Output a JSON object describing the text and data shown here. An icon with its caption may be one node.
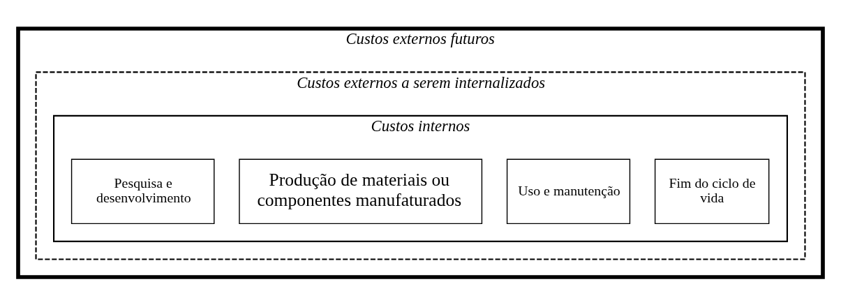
{
  "diagram": {
    "nodes": [
      {
        "text": [
          "Custos externos futuros"
        ]
      },
      {
        "text": [
          "Custos externos a serem internalizados"
        ],
        "in": 0
      },
      {
        "text": [
          "Custos internos"
        ],
        "in": 1
      },
      {
        "text": [
          "Pesquisa e desenvolvimento"
        ],
        "in": 2
      },
      {
        "text": [
          "Produção de materiais ou componentes manufaturados"
        ],
        "in": 2
      },
      {
        "text": [
          "Uso e manutenção"
        ],
        "in": 2
      },
      {
        "text": [
          "Fim do ciclo de vida"
        ],
        "in": 2
      }
    ]
  }
}
